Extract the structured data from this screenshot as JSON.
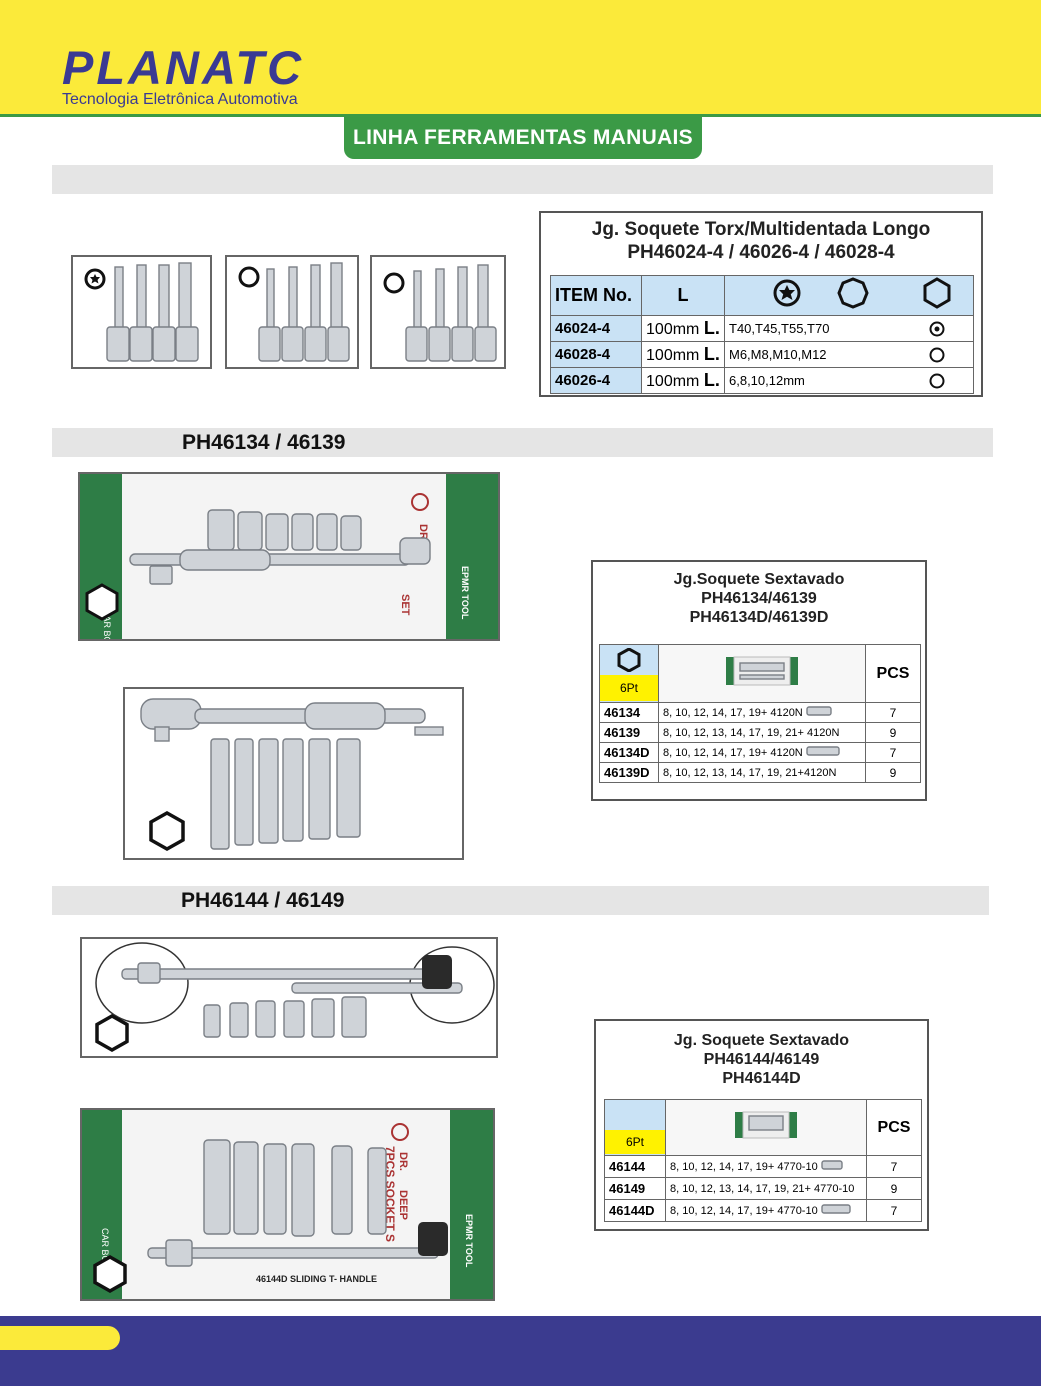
{
  "header": {
    "brand": "PLANATC",
    "tagline": "Tecnologia Eletrônica Automotiva",
    "banner": "LINHA FERRAMENTAS MANUAIS"
  },
  "section1": {
    "table": {
      "title_line1": "Jg. Soquete Torx/Multidentada Longo",
      "title_line2": "PH46024-4 / 46026-4 / 46028-4",
      "col_item": "ITEM No.",
      "col_length": "L",
      "rows": [
        {
          "item": "46024-4",
          "length": "100mm",
          "unit": "L.",
          "sizes": "T40,T45,T55,T70",
          "icon": "torx-icon"
        },
        {
          "item": "46028-4",
          "length": "100mm",
          "unit": "L.",
          "sizes": "M6,M8,M10,M12",
          "icon": "multipoint-icon"
        },
        {
          "item": "46026-4",
          "length": "100mm",
          "unit": "L.",
          "sizes": "6,8,10,12mm",
          "icon": "hex-icon"
        }
      ]
    }
  },
  "section2": {
    "title": "PH46134 / 46139",
    "card": {
      "side_left": "CAR BOX",
      "side_right": "EPMR TOOL",
      "drive": "DR.",
      "set": "SET"
    },
    "table": {
      "title_line1": "Jg.Soquete Sextavado",
      "title_line2": "PH46134/46139",
      "title_line3": "PH46134D/46139D",
      "pt_label": "6Pt",
      "pcs_label": "PCS",
      "rows": [
        {
          "item": "46134",
          "desc": "8, 10, 12, 14, 17, 19+ 4120N",
          "pcs": "7"
        },
        {
          "item": "46139",
          "desc": "8, 10, 12, 13, 14, 17, 19, 21+ 4120N",
          "pcs": "9"
        },
        {
          "item": "46134D",
          "desc": "8, 10, 12, 14, 17, 19+ 4120N",
          "pcs": "7"
        },
        {
          "item": "46139D",
          "desc": "8, 10, 12, 13, 14, 17, 19, 21+4120N",
          "pcs": "9"
        }
      ]
    }
  },
  "section3": {
    "title": "PH46144 / 46149",
    "card": {
      "side_left": "CAR BOX",
      "side_right": "EPMR TOOL",
      "drive": "DR.",
      "deep": "DEEP",
      "set": "7PCS SOCKET S",
      "handle": "46144D  SLIDING T- HANDLE"
    },
    "table": {
      "title_line1": "Jg. Soquete Sextavado",
      "title_line2": "PH46144/46149",
      "title_line3": "PH46144D",
      "pt_label": "6Pt",
      "pcs_label": "PCS",
      "rows": [
        {
          "item": "46144",
          "desc": "8, 10, 12, 14, 17, 19+ 4770-10",
          "pcs": "7"
        },
        {
          "item": "46149",
          "desc": "8, 10, 12, 13, 14, 17, 19, 21+ 4770-10",
          "pcs": "9"
        },
        {
          "item": "46144D",
          "desc": "8, 10, 12, 14, 17, 19+ 4770-10",
          "pcs": "7"
        }
      ]
    }
  },
  "colors": {
    "yellow": "#fbea3a",
    "green": "#3b9a46",
    "navy": "#3b3b8f",
    "table_blue": "#c9e2f5",
    "pt_yellow": "#fff200"
  }
}
